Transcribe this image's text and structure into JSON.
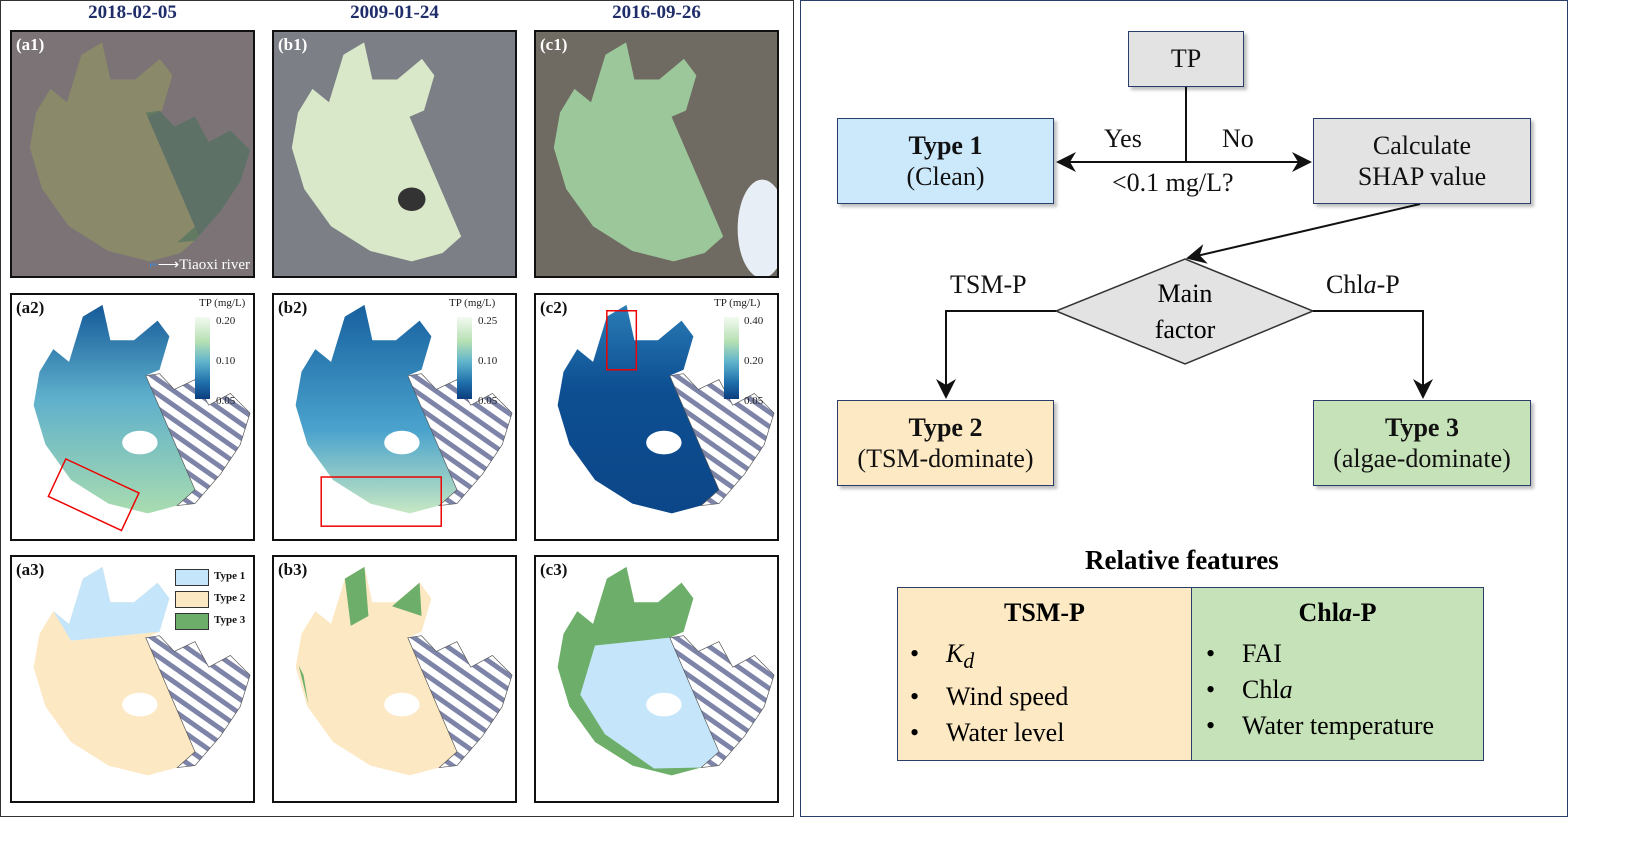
{
  "dates": [
    "2018-02-05",
    "2009-01-24",
    "2016-09-26"
  ],
  "panels": {
    "row1": [
      "(a1)",
      "(b1)",
      "(c1)"
    ],
    "row2": [
      "(a2)",
      "(b2)",
      "(c2)"
    ],
    "row3": [
      "(a3)",
      "(b3)",
      "(c3)"
    ]
  },
  "river_label": "Tiaoxi river",
  "colorbars": [
    {
      "title": "TP (mg/L)",
      "ticks": [
        "0.20",
        "0.10",
        "0.05"
      ]
    },
    {
      "title": "TP (mg/L)",
      "ticks": [
        "0.25",
        "0.10",
        "0.05"
      ]
    },
    {
      "title": "TP (mg/L)",
      "ticks": [
        "0.40",
        "0.20",
        "0.05"
      ]
    }
  ],
  "legend": [
    {
      "label": "Type 1",
      "color": "#c5e6fa"
    },
    {
      "label": "Type 2",
      "color": "#fde8c4"
    },
    {
      "label": "Type 3",
      "color": "#6daf6a"
    }
  ],
  "flow": {
    "tp": "TP",
    "type1_title": "Type 1",
    "type1_sub": "(Clean)",
    "yes": "Yes",
    "no": "No",
    "condition": "<0.1 mg/L?",
    "calc_line1": "Calculate",
    "calc_line2": "SHAP value",
    "main_line1": "Main",
    "main_line2": "factor",
    "tsm_p": "TSM-P",
    "chla_prefix": "Chl",
    "chla_italic": "a",
    "chla_suffix": "-P",
    "type2_title": "Type 2",
    "type2_sub": "(TSM-dominate)",
    "type3_title": "Type 3",
    "type3_sub": "(algae-dominate)"
  },
  "features": {
    "title": "Relative features",
    "tsm": {
      "header": "TSM-P",
      "kd_main": "K",
      "kd_sub": "d",
      "items": [
        "Wind speed",
        "Water level"
      ]
    },
    "chla": {
      "header_prefix": "Chl",
      "header_italic": "a",
      "header_suffix": "-P",
      "fai": "FAI",
      "chl_prefix": "Chl",
      "chl_italic": "a",
      "water_temp": "Water temperature"
    }
  },
  "colors": {
    "type1": "#cce9fb",
    "type2": "#fde9c3",
    "type3": "#c6e2b8",
    "gray": "#e3e3e3",
    "date": "#1f2d6b",
    "frame": "#2b3d6b"
  }
}
